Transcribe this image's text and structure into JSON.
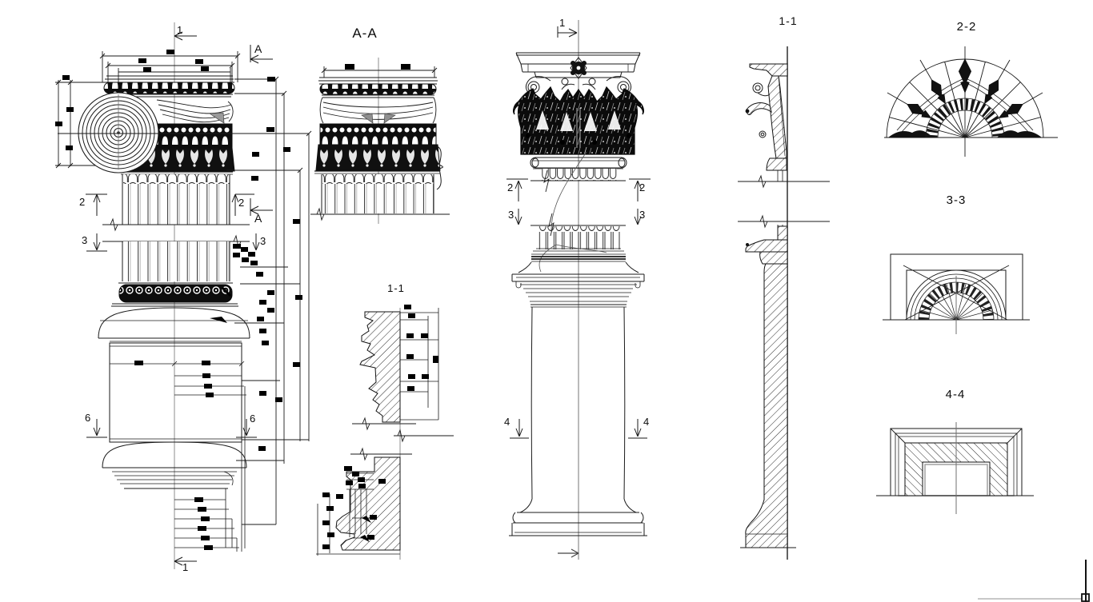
{
  "page": {
    "background": "#ffffff",
    "ink": "#1a1a1a",
    "centerline_color": "#8c8c8c",
    "hatch_color": "#2a2a2a",
    "frame_gray": "#c8c8c8"
  },
  "titles": {
    "section_aa": "A-A",
    "detail_1_1": "1-1",
    "section_1_1": "1-1",
    "section_2_2": "2-2",
    "section_3_3": "3-3",
    "section_4_4": "4-4"
  },
  "ionic_markers": {
    "top": "1",
    "a_top": "A",
    "left_2": "2",
    "right_2": "2",
    "left_3": "3",
    "right_3": "3",
    "a_mid": "A",
    "left_6": "6",
    "right_6": "6",
    "bottom": "1"
  },
  "corinthian_markers": {
    "top": "1",
    "left_2": "2",
    "right_2": "2",
    "left_3": "3",
    "right_3": "3",
    "left_4": "4",
    "right_4": "4"
  }
}
